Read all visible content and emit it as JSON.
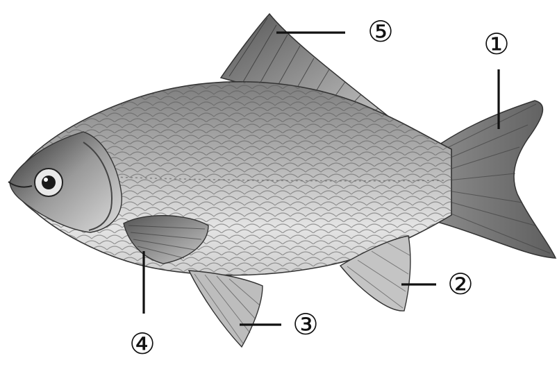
{
  "figure": {
    "subject": "fish-illustration",
    "colors": {
      "ink": "#111111",
      "body_light": "#e6e6e6",
      "body_mid": "#a9a9a9",
      "body_dark": "#5a5a5a",
      "background": "#ffffff"
    },
    "labels": [
      {
        "id": "1",
        "text": "①",
        "target": "caudal-fin"
      },
      {
        "id": "2",
        "text": "②",
        "target": "anal-fin"
      },
      {
        "id": "3",
        "text": "③",
        "target": "pelvic-fin"
      },
      {
        "id": "4",
        "text": "④",
        "target": "pectoral-fin"
      },
      {
        "id": "5",
        "text": "⑤",
        "target": "dorsal-fin"
      }
    ]
  }
}
